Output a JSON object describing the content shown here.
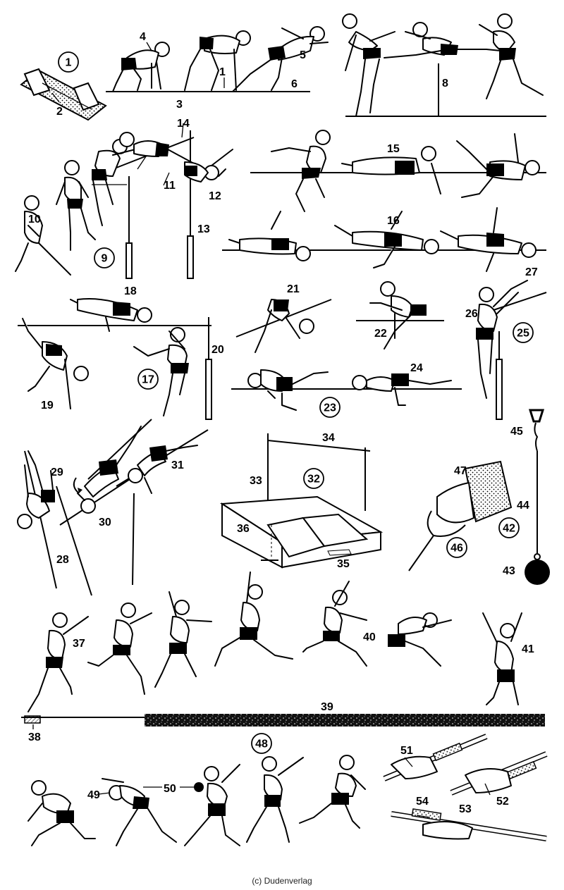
{
  "labels": {
    "l1": "1",
    "l2": "2",
    "l3": "3",
    "l4": "4",
    "l5": "5",
    "l6": "6",
    "l8": "8",
    "l9": "9",
    "l10": "10",
    "l11": "11",
    "l12": "12",
    "l13": "13",
    "l14": "14",
    "l15": "15",
    "l16": "16",
    "l17": "17",
    "l18": "18",
    "l19": "19",
    "l20": "20",
    "l21": "21",
    "l22": "22",
    "l23": "23",
    "l24": "24",
    "l25": "25",
    "l26": "26",
    "l27": "27",
    "l28": "28",
    "l29": "29",
    "l30": "30",
    "l31": "31",
    "l32": "32",
    "l33": "33",
    "l34": "34",
    "l35": "35",
    "l36": "36",
    "l37": "37",
    "l38": "38",
    "l39": "39",
    "l40": "40",
    "l41": "41",
    "l42": "42",
    "l43": "43",
    "l44": "44",
    "l45": "45",
    "l46": "46",
    "l47": "47",
    "l48": "48",
    "l49": "49",
    "l50": "50",
    "l51": "51",
    "l52": "52",
    "l53": "53",
    "l54": "54"
  },
  "credit": "(c) Dudenverlag"
}
